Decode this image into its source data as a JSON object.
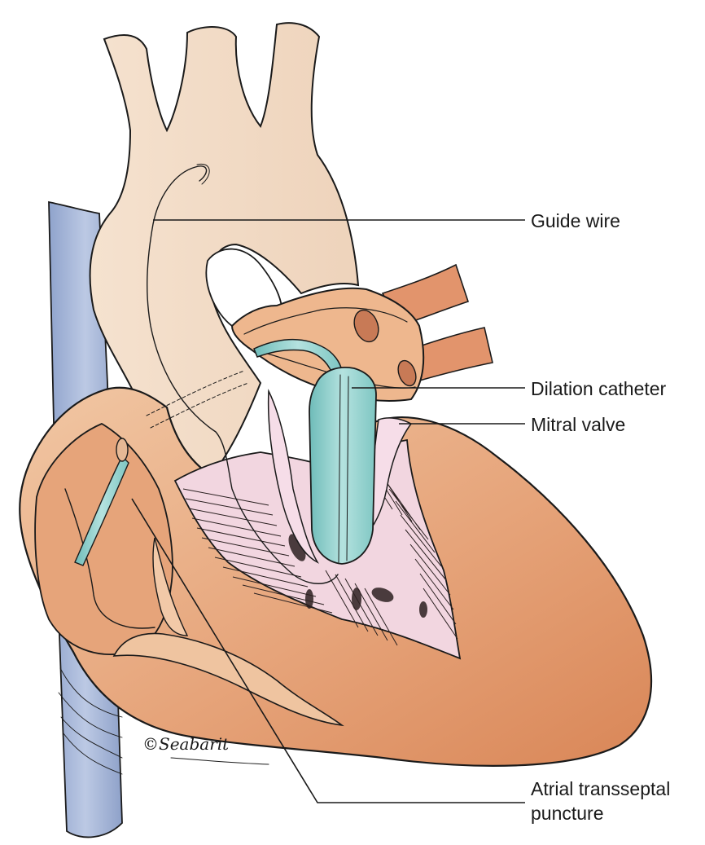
{
  "labels": {
    "guide_wire": "Guide wire",
    "dilation_catheter": "Dilation catheter",
    "mitral_valve": "Mitral valve",
    "atrial_transseptal_line1": "Atrial transseptal",
    "atrial_transseptal_line2": "puncture"
  },
  "signature": "©Seabarit",
  "colors": {
    "vena_cava": "#a9b8d8",
    "aorta": "#f3dcc6",
    "myocardium": "#dc9468",
    "myocardium_light": "#efc4a0",
    "valve_pink": "#f0d3df",
    "catheter": "#8fd0cc",
    "vessel_branch": "#e2946c"
  }
}
